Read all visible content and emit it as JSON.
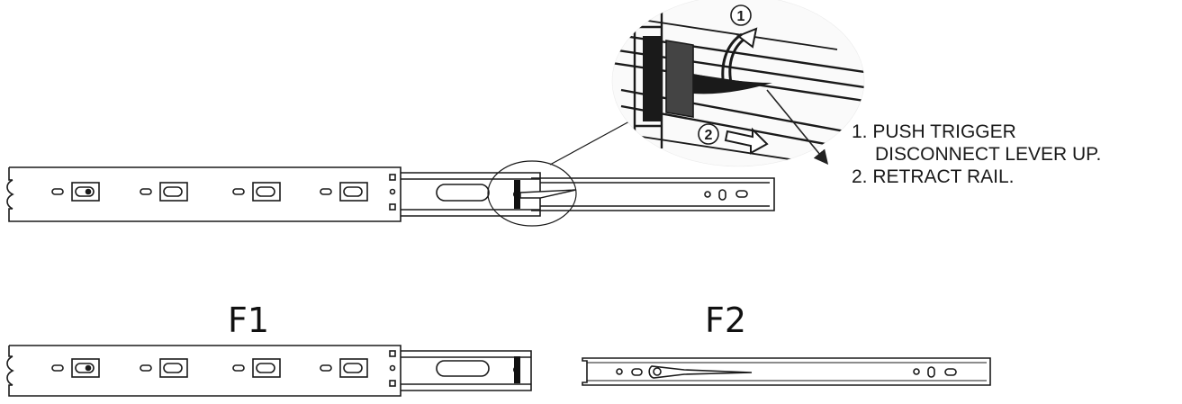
{
  "instructions": {
    "step1_line1": "1. PUSH TRIGGER",
    "step1_line2": "DISCONNECT LEVER UP.",
    "step2": "2. RETRACT RAIL."
  },
  "figures": {
    "f1_label": "F1",
    "f2_label": "F2"
  },
  "callouts": {
    "marker_1": "1",
    "marker_2": "2"
  },
  "colors": {
    "line": "#1a1a1a",
    "lever_fill": "#111111",
    "background": "#ffffff"
  }
}
